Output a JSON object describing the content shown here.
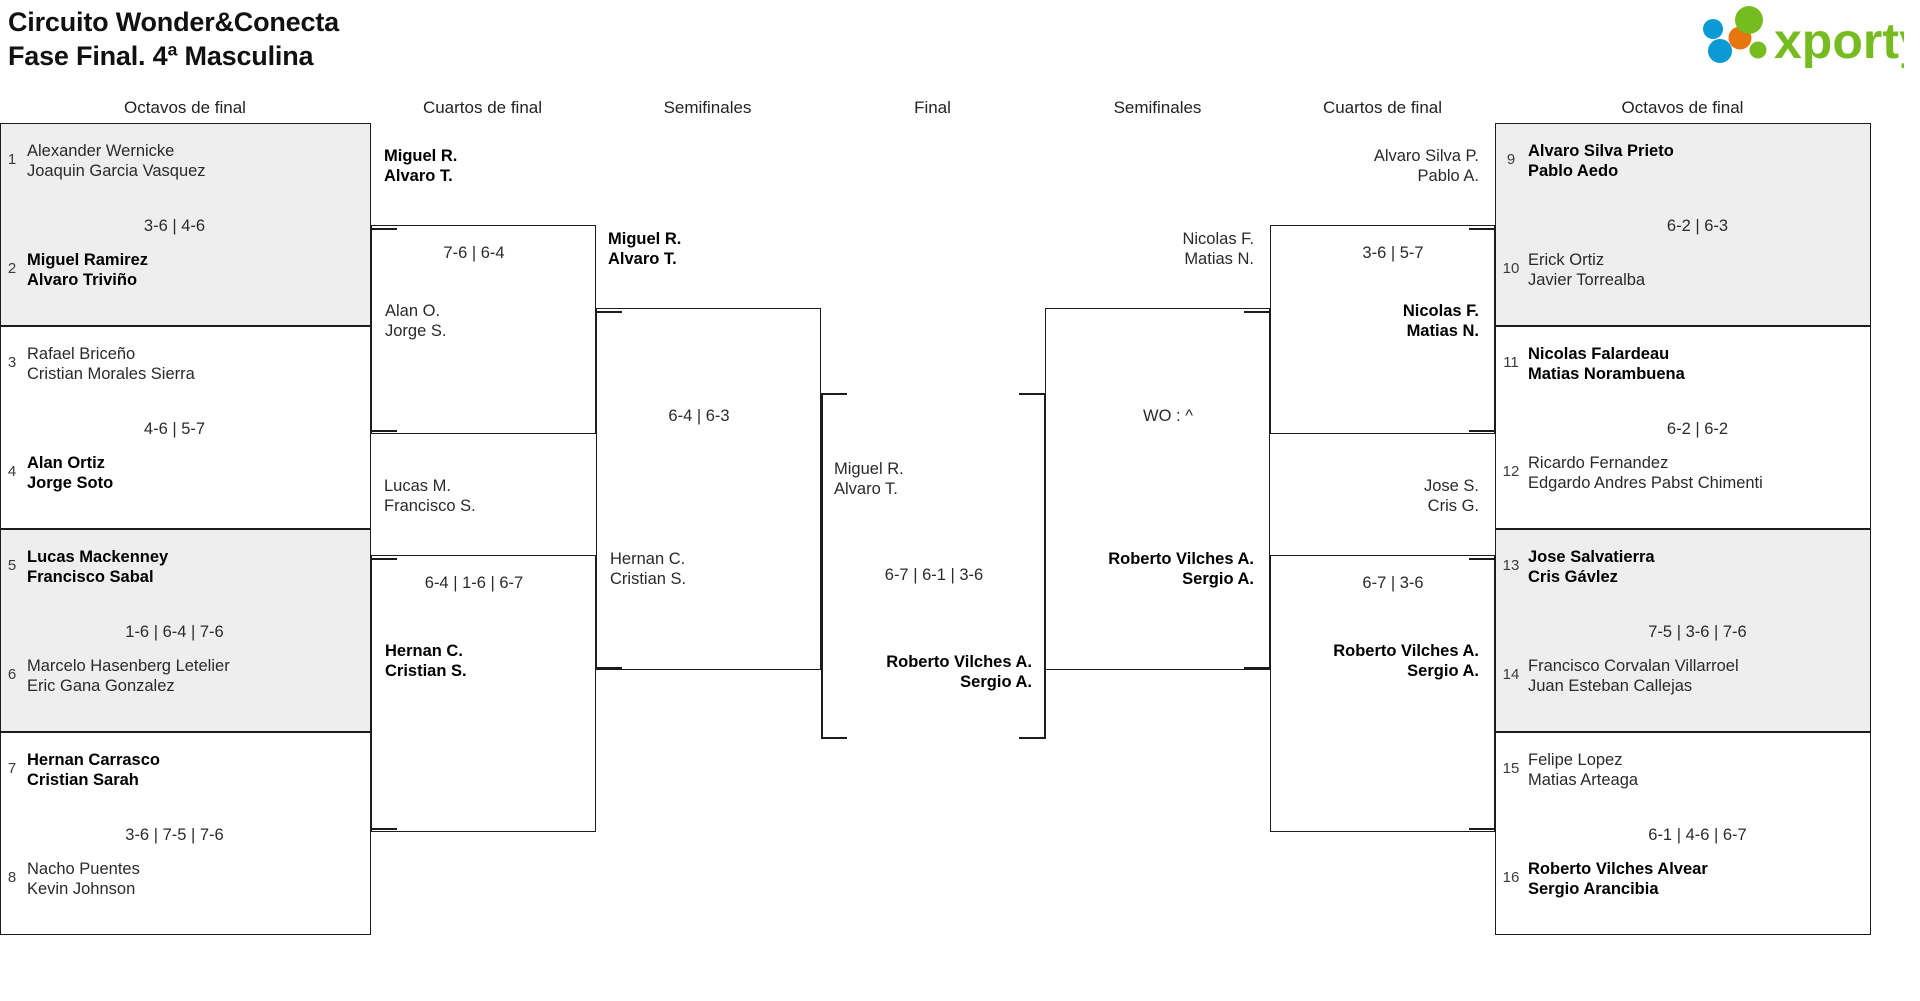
{
  "header": {
    "title_line1": "Circuito Wonder&Conecta",
    "title_line2": "Fase Final. 4ª Masculina",
    "logo_text": "xporty",
    "logo_colors": {
      "green": "#76bc21",
      "blue": "#0b9ad6",
      "orange": "#e8760e"
    }
  },
  "round_headers": {
    "left_r16": "Octavos de final",
    "left_qf": "Cuartos de final",
    "left_sf": "Semifinales",
    "final": "Final",
    "right_sf": "Semifinales",
    "right_qf": "Cuartos de final",
    "right_r16": "Octavos de final"
  },
  "left": {
    "r16": [
      {
        "seed": "1",
        "p1": "Alexander Wernicke",
        "p2": "Joaquin Garcia Vasquez",
        "winner": false,
        "shaded": true
      },
      {
        "seed": "2",
        "p1": "Miguel Ramirez",
        "p2": "Alvaro Triviño",
        "winner": true,
        "shaded": true
      },
      {
        "seed": "3",
        "p1": "Rafael Briceño",
        "p2": "Cristian Morales Sierra",
        "winner": false,
        "shaded": false
      },
      {
        "seed": "4",
        "p1": "Alan Ortiz",
        "p2": "Jorge Soto",
        "winner": true,
        "shaded": false
      },
      {
        "seed": "5",
        "p1": "Lucas Mackenney",
        "p2": "Francisco Sabal",
        "winner": true,
        "shaded": true
      },
      {
        "seed": "6",
        "p1": "Marcelo Hasenberg Letelier",
        "p2": "Eric Gana Gonzalez",
        "winner": false,
        "shaded": true
      },
      {
        "seed": "7",
        "p1": "Hernan Carrasco",
        "p2": "Cristian Sarah",
        "winner": true,
        "shaded": false
      },
      {
        "seed": "8",
        "p1": "Nacho Puentes",
        "p2": "Kevin Johnson",
        "winner": false,
        "shaded": false
      }
    ],
    "r16_scores": [
      "3-6 | 4-6",
      "4-6 | 5-7",
      "1-6 | 6-4 | 7-6",
      "3-6 | 7-5 | 7-6"
    ],
    "qf": [
      {
        "p1": "Miguel R.",
        "p2": "Alvaro T.",
        "winner": true
      },
      {
        "p1": "Alan O.",
        "p2": "Jorge S.",
        "winner": false
      },
      {
        "p1": "Lucas M.",
        "p2": "Francisco S.",
        "winner": false
      },
      {
        "p1": "Hernan C.",
        "p2": "Cristian S.",
        "winner": true
      }
    ],
    "qf_scores": [
      "7-6 | 6-4",
      "6-4 | 1-6 | 6-7"
    ],
    "sf": [
      {
        "p1": "Miguel R.",
        "p2": "Alvaro T.",
        "winner": true
      },
      {
        "p1": "Hernan C.",
        "p2": "Cristian S.",
        "winner": false
      }
    ],
    "sf_scores": [
      "6-4 | 6-3"
    ]
  },
  "final": {
    "top": {
      "p1": "Miguel R.",
      "p2": "Alvaro T.",
      "winner": false
    },
    "bottom": {
      "p1": "Roberto Vilches A.",
      "p2": "Sergio A.",
      "winner": true
    },
    "score": "6-7 | 6-1 | 3-6"
  },
  "right": {
    "sf": [
      {
        "p1": "Nicolas F.",
        "p2": "Matias N.",
        "winner": false
      },
      {
        "p1": "Roberto Vilches A.",
        "p2": "Sergio A.",
        "winner": true
      }
    ],
    "sf_scores": [
      "WO : ^"
    ],
    "qf": [
      {
        "p1": "Alvaro Silva P.",
        "p2": "Pablo A.",
        "winner": false
      },
      {
        "p1": "Nicolas F.",
        "p2": "Matias N.",
        "winner": true
      },
      {
        "p1": "Jose S.",
        "p2": "Cris G.",
        "winner": false
      },
      {
        "p1": "Roberto Vilches A.",
        "p2": "Sergio A.",
        "winner": true
      }
    ],
    "qf_scores": [
      "3-6 | 5-7",
      "6-7 | 3-6"
    ],
    "r16": [
      {
        "seed": "9",
        "p1": "Alvaro Silva Prieto",
        "p2": "Pablo Aedo",
        "winner": true,
        "shaded": true
      },
      {
        "seed": "10",
        "p1": "Erick Ortiz",
        "p2": "Javier Torrealba",
        "winner": false,
        "shaded": true
      },
      {
        "seed": "11",
        "p1": "Nicolas Falardeau",
        "p2": "Matias Norambuena",
        "winner": true,
        "shaded": false
      },
      {
        "seed": "12",
        "p1": "Ricardo Fernandez",
        "p2": "Edgardo Andres Pabst Chimenti",
        "winner": false,
        "shaded": false
      },
      {
        "seed": "13",
        "p1": "Jose Salvatierra",
        "p2": "Cris Gávlez",
        "winner": true,
        "shaded": true
      },
      {
        "seed": "14",
        "p1": "Francisco Corvalan Villarroel",
        "p2": "Juan Esteban Callejas",
        "winner": false,
        "shaded": true
      },
      {
        "seed": "15",
        "p1": "Felipe Lopez",
        "p2": "Matias Arteaga",
        "winner": false,
        "shaded": false
      },
      {
        "seed": "16",
        "p1": "Roberto Vilches Alvear",
        "p2": "Sergio Arancibia",
        "winner": true,
        "shaded": false
      }
    ],
    "r16_scores": [
      "6-2 | 6-3",
      "6-2 | 6-2",
      "7-5 | 3-6 | 7-6",
      "6-1 | 4-6 | 6-7"
    ]
  }
}
